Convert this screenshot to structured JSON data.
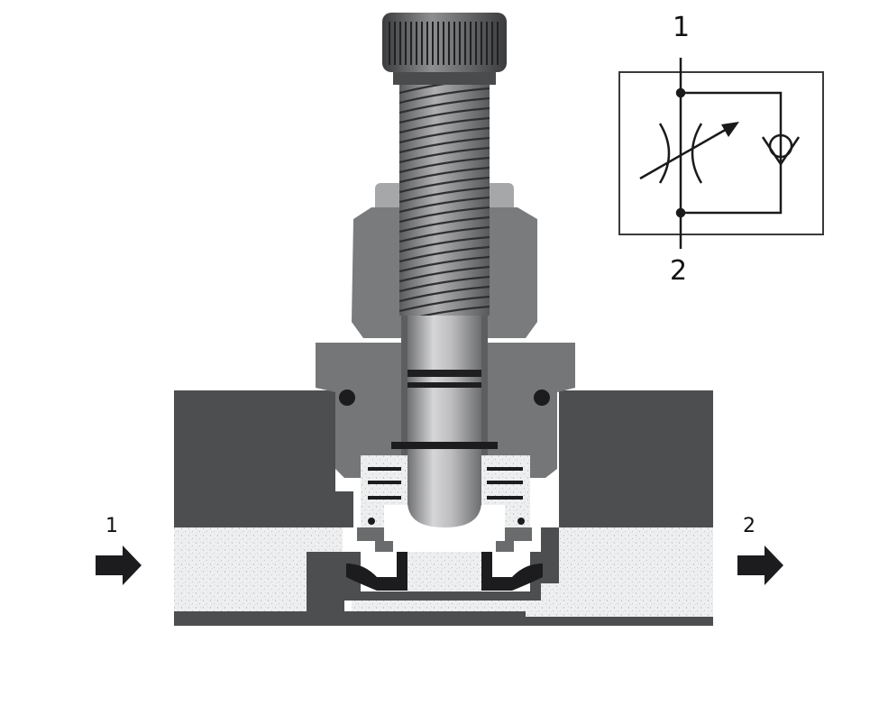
{
  "ports": {
    "inlet": "1",
    "outlet": "2"
  },
  "symbol": {
    "port_top": "1",
    "port_bottom": "2"
  },
  "colors": {
    "body_dark": "#4d4e50",
    "body_mid": "#6a6b6d",
    "body_light": "#9a9b9d",
    "stem_light": "#c8c8ca",
    "fluid": "#ecedee",
    "line": "#1a1a1a"
  }
}
